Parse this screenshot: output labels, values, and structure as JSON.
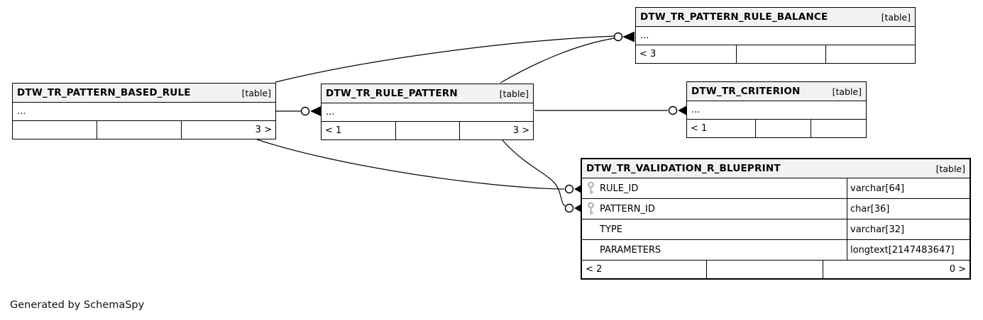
{
  "app": {
    "generator_label": "Generated by SchemaSpy"
  },
  "colors": {
    "background": "#ffffff",
    "table_header_bg": "#f2f2f2",
    "border": "#000000",
    "key_icon": "#b4b4b4",
    "line": "#000000"
  },
  "tables": [
    {
      "id": "dtw-tr-pattern-rule-balance",
      "title": "DTW_TR_PATTERN_RULE_BALANCE",
      "tag": "[table]",
      "collapsed_label": "...",
      "footer": {
        "left": "< 3",
        "mid": "",
        "right": ""
      }
    },
    {
      "id": "dtw-tr-pattern-based-rule",
      "title": "DTW_TR_PATTERN_BASED_RULE",
      "tag": "[table]",
      "collapsed_label": "...",
      "footer": {
        "left": "",
        "mid": "",
        "right": "3 >"
      }
    },
    {
      "id": "dtw-tr-rule-pattern",
      "title": "DTW_TR_RULE_PATTERN",
      "tag": "[table]",
      "collapsed_label": "...",
      "footer": {
        "left": "< 1",
        "mid": "",
        "right": "3 >"
      }
    },
    {
      "id": "dtw-tr-criterion",
      "title": "DTW_TR_CRITERION",
      "tag": "[table]",
      "collapsed_label": "...",
      "footer": {
        "left": "< 1",
        "mid": "",
        "right": ""
      }
    },
    {
      "id": "dtw-tr-validation-r-blueprint",
      "title": "DTW_TR_VALIDATION_R_BLUEPRINT",
      "tag": "[table]",
      "columns": [
        {
          "name": "RULE_ID",
          "type": "varchar[64]",
          "primary_key": true
        },
        {
          "name": "PATTERN_ID",
          "type": "char[36]",
          "primary_key": true
        },
        {
          "name": "TYPE",
          "type": "varchar[32]",
          "primary_key": false
        },
        {
          "name": "PARAMETERS",
          "type": "longtext[2147483647]",
          "primary_key": false
        }
      ],
      "footer": {
        "left": "< 2",
        "mid": "",
        "right": "0 >"
      }
    }
  ]
}
